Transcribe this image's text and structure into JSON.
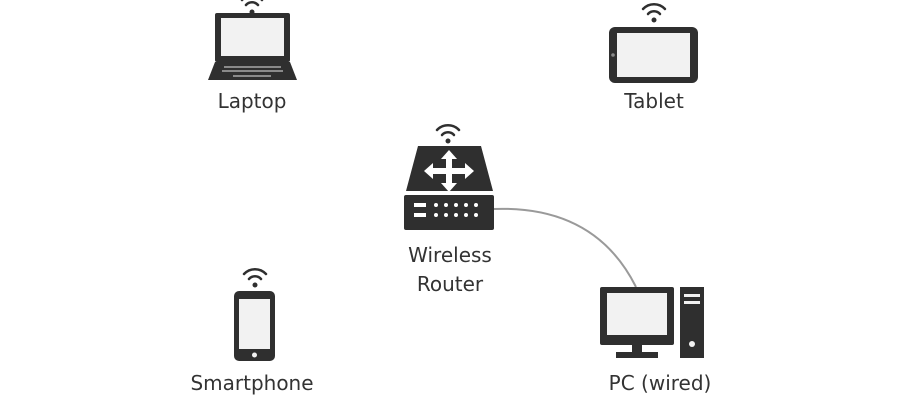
{
  "labels": {
    "laptop": "Laptop",
    "tablet": "Tablet",
    "router_line1": "Wireless",
    "router_line2": "Router",
    "smartphone": "Smartphone",
    "pc": "PC (wired)"
  },
  "icons": {
    "laptop": "laptop-icon",
    "tablet": "tablet-icon",
    "router": "wireless-router-icon",
    "smartphone": "smartphone-icon",
    "pc": "desktop-pc-icon",
    "wifi": "wifi-signal-icon"
  },
  "colors": {
    "icon": "#2f2f2f",
    "screen": "#f2f2f2",
    "cable": "#9a9a9a",
    "text": "#333333"
  }
}
